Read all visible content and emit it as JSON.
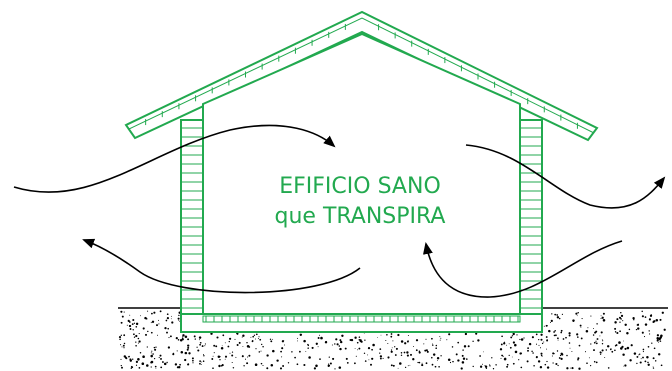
{
  "diagram": {
    "label_line1": "EFIFICIO SANO",
    "label_line2": "que TRANSPIRA",
    "colors": {
      "house": "#22a94f",
      "arrows": "#000000",
      "ground": "#000000",
      "background": "#ffffff"
    },
    "icons": {
      "roof": "gabled-roof",
      "walls": "brick-wall",
      "floor": "slab-floor",
      "ground": "gravel-soil",
      "arrows": "air-flow-arrow"
    }
  }
}
